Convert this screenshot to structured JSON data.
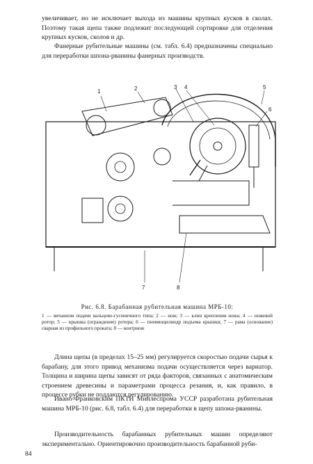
{
  "text": {
    "p1": "увеличивает, но не исключает выхода из машины крупных кусков в сколах. Поэтому такая щепа также подлежит последующей сортировке для отделения крупных кусков, сколов и др.",
    "p2": "Фанерные рубительные машины (см. табл. 6.4) предназначены специально для переработки шпона-рванины фанерных производств.",
    "p3": "Длина щепы (в пределах 15–25 мм) регулируется скоростью подачи сырья к барабану, для этого привод механизма подачи осуществляется через вариатор. Толщина и ширина щепы зависят от ряда факторов, связанных с анатомическим строением древесины и параметрами процесса резания, и, как правило, в процессе рубки не поддаются регулированию.",
    "p4": "Ивано-Франковским ПКТИ Минлеспрома УССР разработана рубительная машина МРБ-10 (рис. 6.8, табл. 6.4) для переработки в щепу шпона-рванины.",
    "p5": "Производительность барабанных рубительных машин определяют экспериментально. Ориентировочно производительность барабанной руби-",
    "page_number": "84"
  },
  "figure": {
    "title": "Рис. 6.8. Барабанная рубительная машина МРБ-10:",
    "caption": "1 — механизм подачи вальцово-гусеничного типа; 2 — нож; 3 — клин крепления ножа; 4 — ножевой ротор; 5 — крышка (ограждение) ротора; 6 — пневмоцилиндр подъема крышки; 7 — рама (основание) сварная из профильного проката; 8 — контрнож",
    "labels": [
      "1",
      "2",
      "3",
      "4",
      "5",
      "6",
      "7",
      "8"
    ]
  }
}
